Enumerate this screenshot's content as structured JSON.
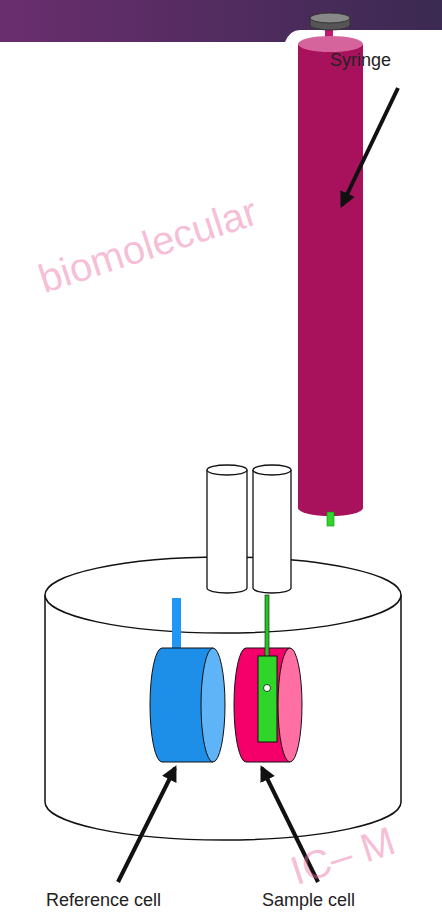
{
  "diagram": {
    "labels": [
      "Syringe",
      "Reference cell",
      "Sample cell",
      "biomolecular",
      "IC– M"
    ]
  }
}
